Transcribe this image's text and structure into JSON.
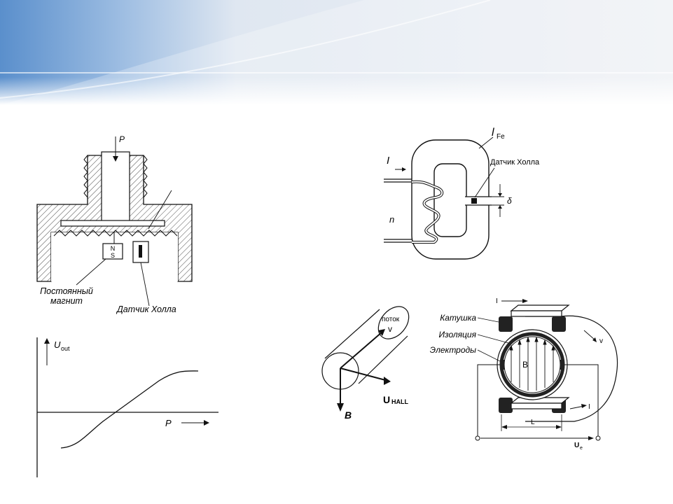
{
  "pressure_sensor": {
    "pressure_label": "P",
    "magnet_north": "N",
    "magnet_south": "S",
    "magnet_label_line1": "Постоянный",
    "magnet_label_line2": "магнит",
    "hall_label": "Датчик Холла"
  },
  "output_graph": {
    "y_axis_symbol": "U",
    "y_axis_subscript": "out",
    "x_axis_symbol": "P"
  },
  "current_sensor": {
    "core_symbol": "l",
    "core_subscript": "Fe",
    "current_label": "I",
    "turns_label": "n",
    "hall_label": "Датчик Холла",
    "gap_label": "δ"
  },
  "flowmeter": {
    "flow_label": "поток",
    "velocity_label": "v",
    "hall_voltage_symbol": "U",
    "hall_voltage_subscript": "HALL",
    "field_label": "B",
    "coil_label": "Катушка",
    "insulation_label": "Изоляция",
    "electrodes_label": "Электроды",
    "current_top_label": "I",
    "current_bottom_label": "I",
    "inner_field_label": "B",
    "velocity_right_label": "v",
    "length_label": "L",
    "voltage_symbol": "U",
    "voltage_subscript": "e"
  }
}
